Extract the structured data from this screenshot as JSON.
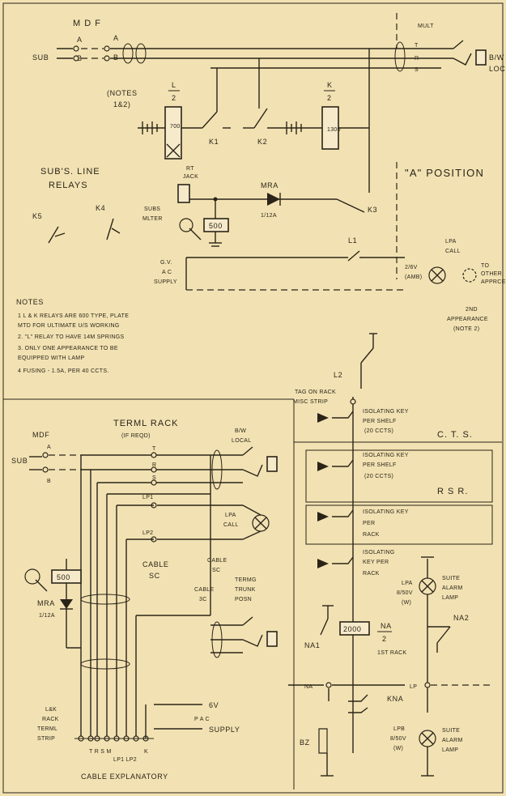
{
  "top": {
    "mdf": "M D F",
    "a_left": "A",
    "b_left": "B",
    "a_right": "A",
    "b_right": "B",
    "sub": "SUB",
    "mult": "MULT",
    "t_label": "T",
    "r_label": "R",
    "s_label": "S",
    "bw_loc": "B/W",
    "loc": "LOC",
    "notes_ref": "(NOTES",
    "notes_ref2": "1&2)",
    "l_relay": "L",
    "l_relay_den": "2",
    "k_relay": "K",
    "k_relay_den": "2",
    "l_coil": "700",
    "k_coil": "1300",
    "k1": "K1",
    "k2": "K2",
    "k3": "K3",
    "subs_line_relays": "SUB'S. LINE",
    "relays": "RELAYS",
    "k5": "K5",
    "k4": "K4",
    "rt_jack": "RT",
    "jack": "JACK",
    "subs_meter": "SUBS",
    "meter": "MLTER",
    "meter_value": "500",
    "mra": "MRA",
    "mra_value": "1/12A",
    "a_position": "\"A\" POSITION",
    "l1": "L1",
    "lpa_call": "LPA",
    "call": "CALL",
    "lamp_value": "2/6V",
    "amb": "(AMB)",
    "gv_ac_supply": "G.V.",
    "ac": "A C",
    "supply": "SUPPLY",
    "to_other": "TO",
    "other": "OTHER",
    "apprce": "APPRCE",
    "second_appearance": "2ND",
    "appearance": "APPEARANCE",
    "note2": "(NOTE 2)",
    "l2": "L2"
  },
  "notes": {
    "heading": "NOTES",
    "items": [
      "1   L & K RELAYS ARE 600 TYPE, PLATE",
      "     MTD FOR ULTIMATE U/S WORKING",
      "2.  \"L\" RELAY TO HAVE 14M SPRINGS",
      "3.  ONLY ONE APPEARANCE TO BE",
      "     EQUIPPED WITH LAMP",
      "4   FUSING - 1.5A, PER 40 CCTS."
    ]
  },
  "bottom": {
    "tag_on_rack": "TAG ON RACK",
    "misc_strip": "MISC STRIP",
    "termlrack": "TERML RACK",
    "if_reqd": "(IF REQD)",
    "mdf": "MDF",
    "sub": "SUB",
    "a": "A",
    "b": "B",
    "bw_local": "B/W",
    "local": "LOCAL",
    "t": "T",
    "r": "R",
    "s": "S",
    "lp1": "LP1",
    "lp2": "LP2",
    "lpa_call": "LPA",
    "call": "CALL",
    "cable_sc": "CABLE",
    "sc": "SC",
    "cable_sc2": "CABLE",
    "sc2": "SC",
    "cable_3c": "CABLE",
    "c3": "3C",
    "termg": "TERMG",
    "trunk": "TRUNK",
    "posn": "POSN",
    "meter_value": "500",
    "mra": "MRA",
    "mra_value": "1/12A",
    "lk_rack": "L&K",
    "rack": "RACK",
    "terml": "TERML",
    "strip": "STRIP",
    "trsm": "T R S M",
    "lp1lp2": "LP1 LP2",
    "k": "K",
    "six_v": "6V",
    "p_ac": "P    A C",
    "supply": "SUPPLY",
    "cable_explanatory": "CABLE EXPLANATORY",
    "iso1a": "ISOLATING KEY",
    "iso1b": "PER SHELF",
    "iso1c": "(20 CCTS)",
    "cts": "C. T. S.",
    "iso2a": "ISOLATING KEY",
    "iso2b": "PER SHELF",
    "iso2c": "(20 CCTS)",
    "rsr": "R S R.",
    "iso3a": "ISOLATING KEY",
    "iso3b": "PER",
    "iso3c": "RACK",
    "iso4a": "ISOLATING",
    "iso4b": "KEY PER",
    "iso4c": "RACK",
    "lpa_suite": "LPA",
    "lpa_v": "8/50V",
    "lpa_w": "(W)",
    "suite_alarm": "SUITE",
    "alarm": "ALARM",
    "lamp": "LAMP",
    "na1": "NA1",
    "na2": "NA2",
    "coil_2000": "2000",
    "na_frac": "NA",
    "na_den": "2",
    "first_rack": "1ST RACK",
    "na": "NA",
    "lp": "LP",
    "kna": "KNA",
    "bz": "BZ",
    "lpb": "LPB",
    "lpb_v": "8/50V",
    "lpb_w": "(W)",
    "suite2": "SUITE",
    "alarm2": "ALARM",
    "lamp2": "LAMP"
  }
}
